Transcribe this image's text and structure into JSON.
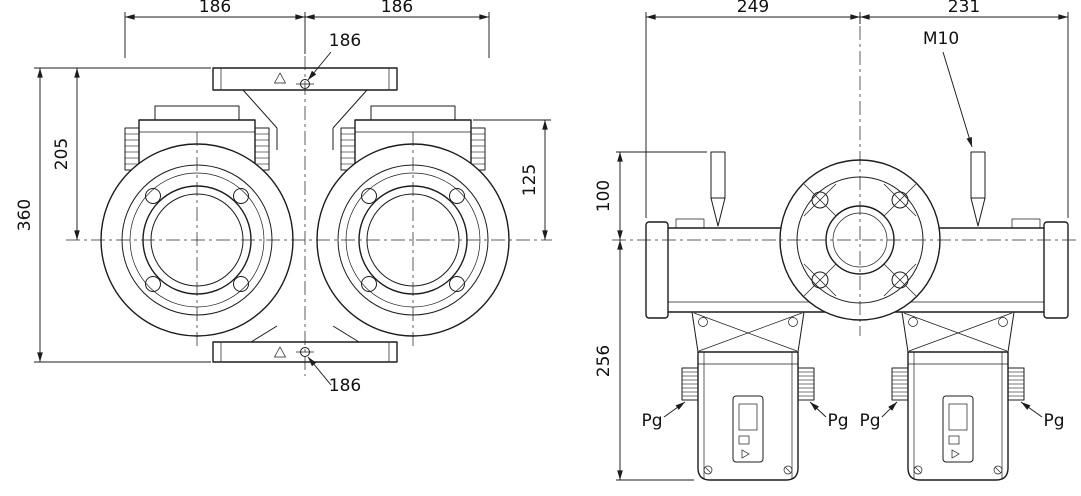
{
  "drawing": {
    "front_view": {
      "dim_top_left": "186",
      "dim_top_right": "186",
      "dim_hole_top": "186",
      "dim_hole_bottom": "186",
      "dim_overall_height": "360",
      "dim_center_to_top": "205",
      "dim_center_to_box": "125"
    },
    "side_view": {
      "dim_top_left": "249",
      "dim_top_right": "231",
      "thread_label": "M10",
      "dim_center_to_stud": "100",
      "dim_center_to_bottom": "256",
      "gland_labels": [
        "Pg",
        "Pg",
        "Pg",
        "Pg"
      ]
    }
  }
}
